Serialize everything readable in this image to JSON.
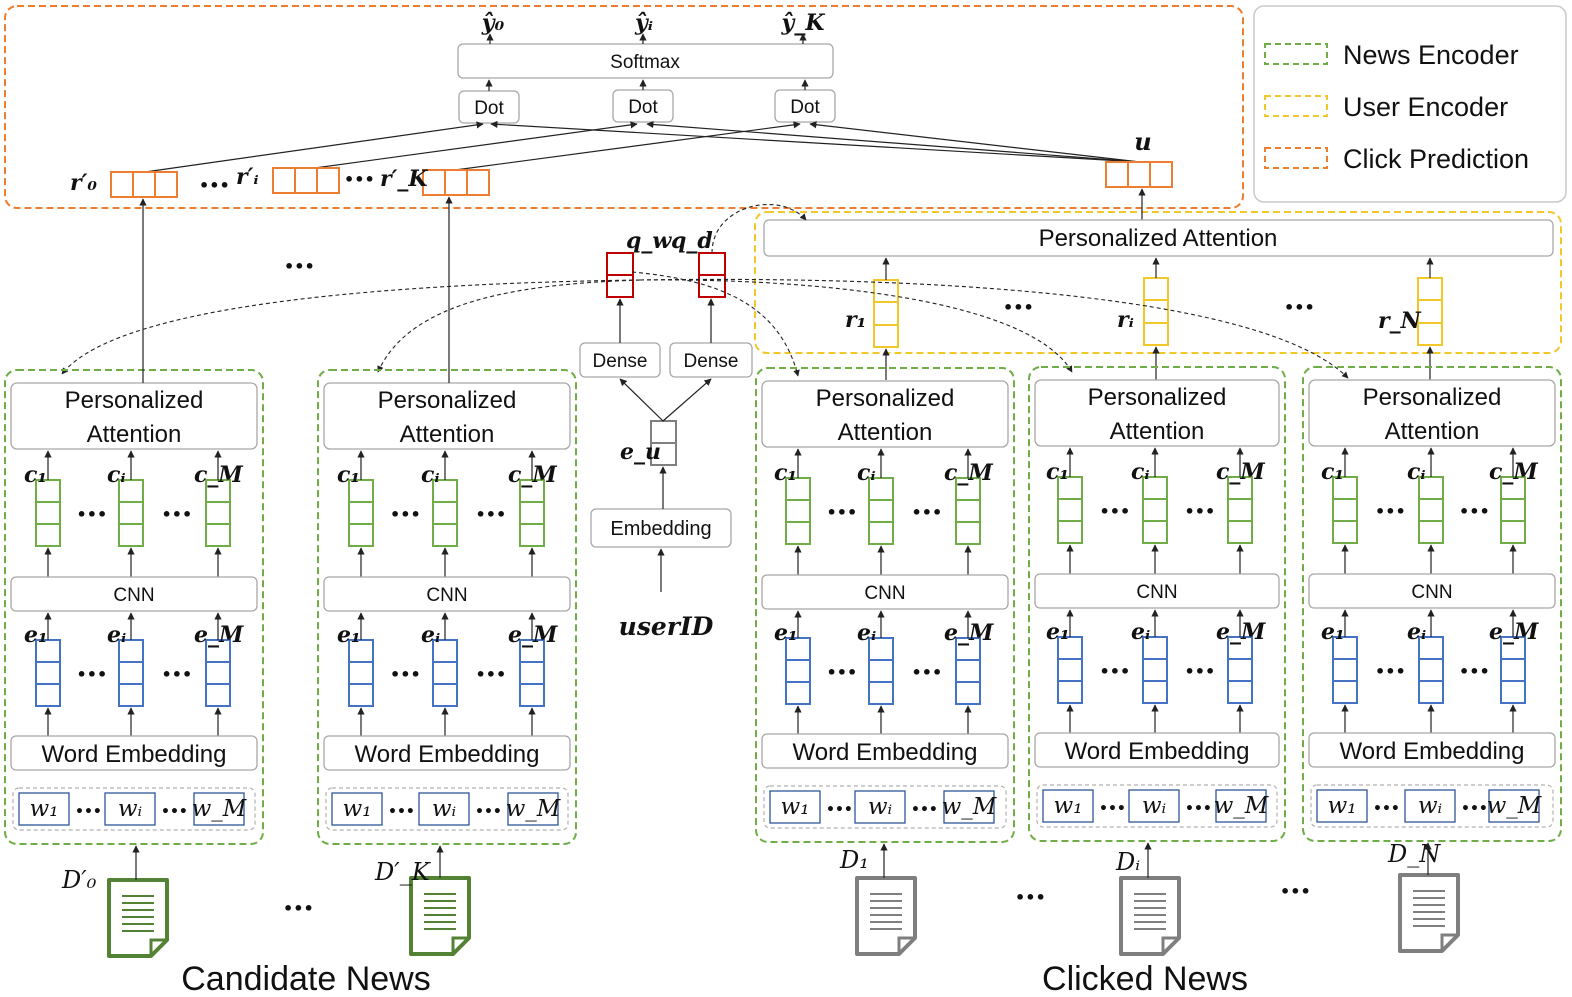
{
  "legend": {
    "items": [
      {
        "label": "News Encoder",
        "color": "#70ad47"
      },
      {
        "label": "User Encoder",
        "color": "#f2c72a"
      },
      {
        "label": "Click Prediction",
        "color": "#ed7d31"
      }
    ]
  },
  "click_prediction": {
    "outputs": [
      "ŷ₀",
      "ŷᵢ",
      "ŷ_K"
    ],
    "softmax_label": "Softmax",
    "dot_label": "Dot",
    "candidate_reps": [
      "r′₀",
      "r′ᵢ",
      "r′_K"
    ],
    "user_rep": "u"
  },
  "user_encoder": {
    "attention_label": "Personalized Attention",
    "news_reps": [
      "r₁",
      "rᵢ",
      "r_N"
    ]
  },
  "user_embedding": {
    "query_word": "q_w",
    "query_doc": "q_d",
    "dense_label": "Dense",
    "embedding_vector": "e_u",
    "embedding_label": "Embedding",
    "input_label": "userID"
  },
  "news_encoder": {
    "attention_label_line1": "Personalized",
    "attention_label_line2": "Attention",
    "context_labels": [
      "c₁",
      "cᵢ",
      "c_M"
    ],
    "cnn_label": "CNN",
    "embed_labels": [
      "e₁",
      "eᵢ",
      "e_M"
    ],
    "word_embedding_label": "Word Embedding",
    "words": [
      "w₁",
      "wᵢ",
      "w_M"
    ]
  },
  "documents": {
    "candidate": [
      "D′₀",
      "D′_K"
    ],
    "clicked": [
      "D₁",
      "Dᵢ",
      "D_N"
    ]
  },
  "captions": {
    "candidate": "Candidate News",
    "clicked": "Clicked News"
  },
  "ellipsis": "•••",
  "colors": {
    "news": "#70ad47",
    "user": "#f2c72a",
    "click": "#ed7d31",
    "query": "#c00000",
    "embed": "#4472c4",
    "doc_candidate": "#548235",
    "doc_clicked": "#7f7f7f",
    "user_vec": "#7f7f7f"
  }
}
